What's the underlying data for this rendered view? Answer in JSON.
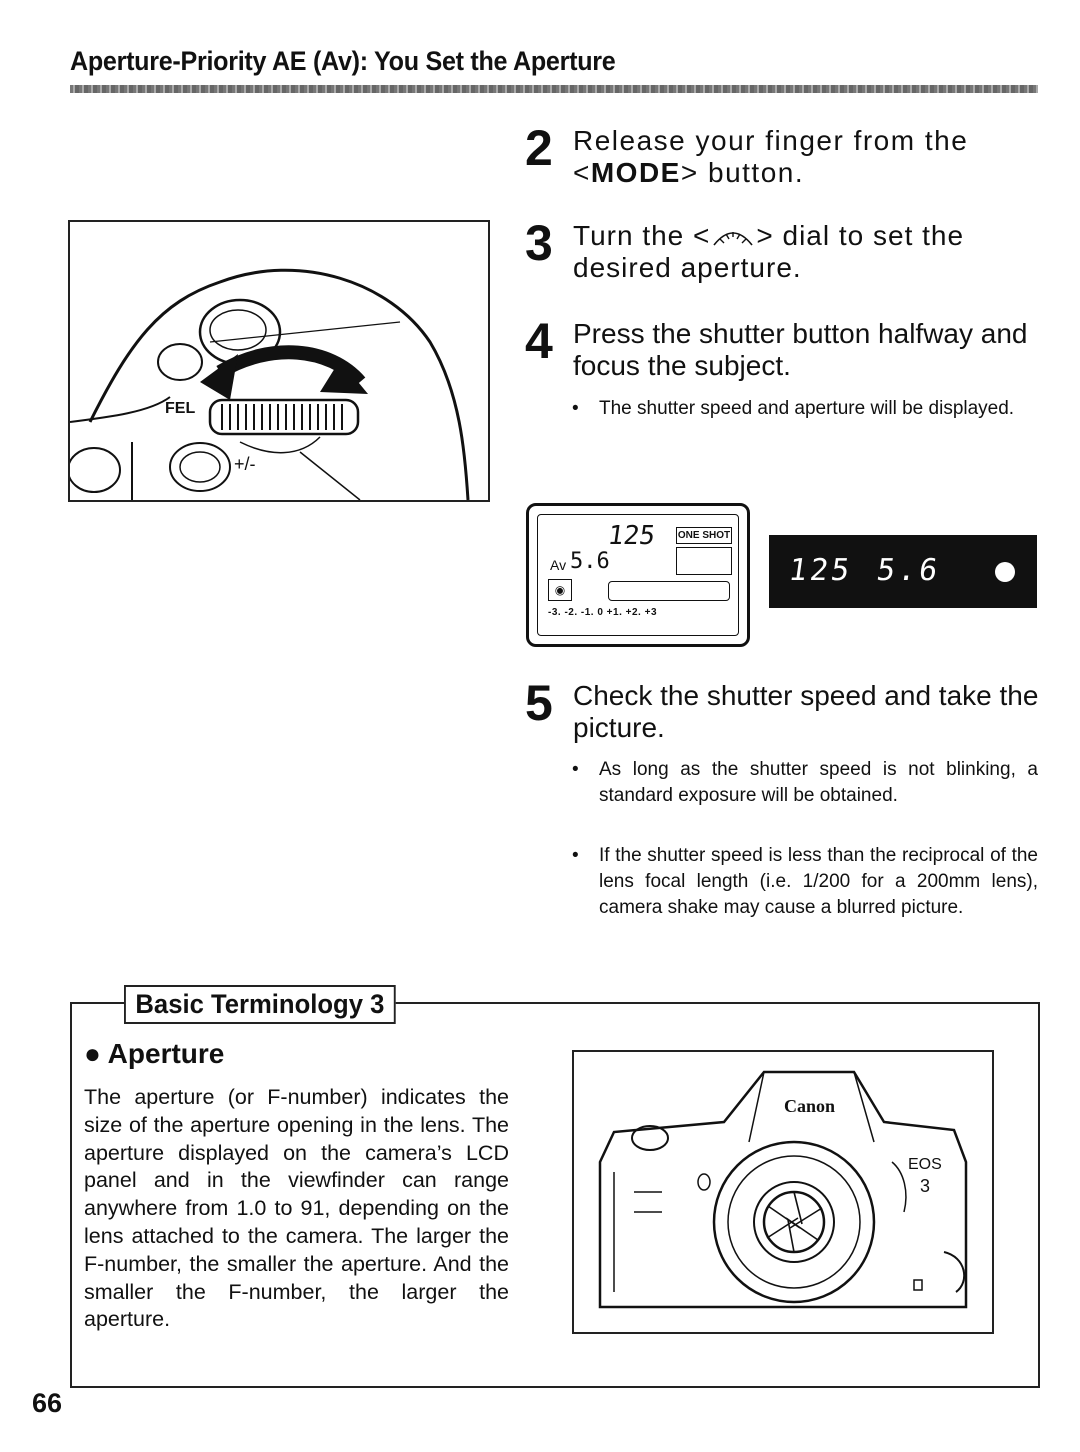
{
  "header": {
    "title": "Aperture-Priority AE (Av): You Set the Aperture"
  },
  "steps": [
    {
      "number": "2",
      "text_before": "Release your finger from the <",
      "bold": "MODE",
      "text_after": "> button."
    },
    {
      "number": "3",
      "text_before": "Turn the <",
      "dial_icon": "main-dial-icon",
      "text_after": "> dial to set the desired aperture."
    },
    {
      "number": "4",
      "text": "Press the shutter button halfway and focus the subject.",
      "bullets": [
        "The shutter speed and aperture will be displayed."
      ]
    },
    {
      "number": "5",
      "text": "Check the shutter speed and take the picture.",
      "bullets": [
        "As long as the shutter speed is not blinking, a standard exposure will be obtained.",
        "If the shutter speed is less than the reciprocal of the lens focal length (i.e. 1/200 for a 200mm lens), camera shake may cause a blurred picture."
      ]
    }
  ],
  "figures": {
    "dial_illustration": {
      "label": "FEL",
      "plusminus": "+/-"
    },
    "lcd_panel": {
      "shutter": "125",
      "mode": "Av",
      "aperture": "5.6",
      "af_mode": "ONE SHOT",
      "scale": "-3. -2. -1. 0 +1. +2. +3"
    },
    "viewfinder": {
      "shutter": "125",
      "aperture": "5.6"
    },
    "camera": {
      "brand": "Canon",
      "model": "EOS",
      "model_number": "3"
    }
  },
  "terminology": {
    "label": "Basic Terminology 3",
    "heading": "Aperture",
    "body": "The aperture (or F-number) indicates the size of the aperture opening in the lens. The aperture displayed on the camera’s LCD panel and in the viewfinder can range anywhere from 1.0 to 91, depending on the lens attached to the camera. The larger the F-number, the smaller the aperture. And the smaller the F-number, the larger the aperture."
  },
  "page_number": "66",
  "colors": {
    "ink": "#111111",
    "paper": "#ffffff",
    "viewfinder_bg": "#111111"
  }
}
